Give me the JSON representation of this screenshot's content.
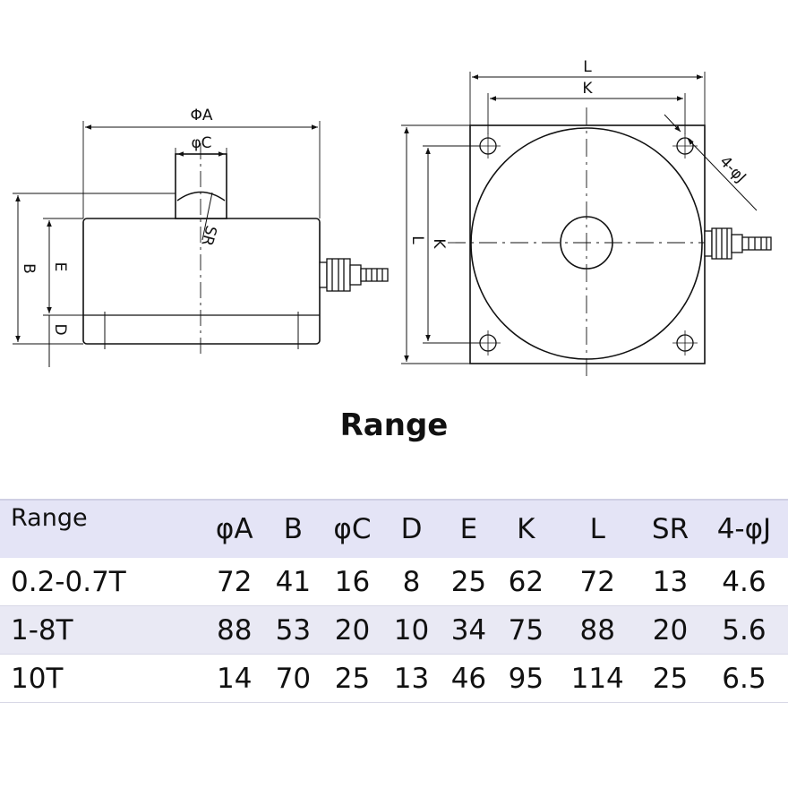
{
  "diagram": {
    "side_view": {
      "label_phiA": "ΦA",
      "label_phiC": "φC",
      "label_SR": "SR",
      "label_B": "B",
      "label_E": "E",
      "label_D": "D"
    },
    "top_view": {
      "label_L_top": "L",
      "label_K_top": "K",
      "label_K_side": "K",
      "label_L_side": "L",
      "label_holes": "4-φJ"
    }
  },
  "section_title": "Range",
  "table": {
    "headers": [
      "Range",
      "φA",
      "B",
      "φC",
      "D",
      "E",
      "K",
      "L",
      "SR",
      "4-φJ"
    ],
    "rows": [
      [
        "0.2-0.7T",
        "72",
        "41",
        "16",
        "8",
        "25",
        "62",
        "72",
        "13",
        "4.6"
      ],
      [
        "1-8T",
        "88",
        "53",
        "20",
        "10",
        "34",
        "75",
        "88",
        "20",
        "5.6"
      ],
      [
        "10T",
        "14",
        "70",
        "25",
        "13",
        "46",
        "95",
        "114",
        "25",
        "6.5"
      ]
    ]
  }
}
